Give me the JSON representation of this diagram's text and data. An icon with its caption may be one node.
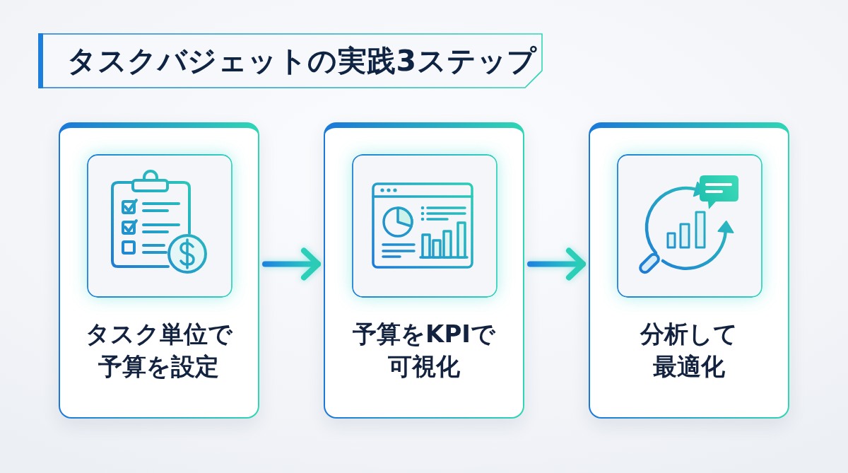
{
  "diagram": {
    "title": "タスクバジェットの実践3ステップ",
    "nodes": [
      {
        "text": [
          "タスク単位で予算を設定"
        ]
      },
      {
        "text": [
          "予算をKPIで可視化"
        ]
      },
      {
        "text": [
          "分析して最適化"
        ]
      }
    ],
    "edges": [
      {
        "from": 0,
        "to": 1,
        "arrow": "to"
      },
      {
        "from": 1,
        "to": 2,
        "arrow": "to"
      }
    ]
  }
}
